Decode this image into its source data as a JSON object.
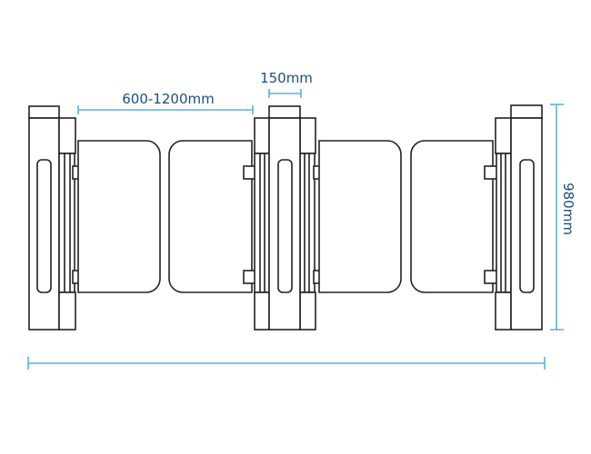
{
  "dimensions": {
    "passage_width": "600-1200mm",
    "pillar_width": "150mm",
    "height": "980mm"
  },
  "colors": {
    "dimension_line": "#5ab4d9",
    "dimension_text": "#1d4e7e",
    "outline": "#222222"
  }
}
